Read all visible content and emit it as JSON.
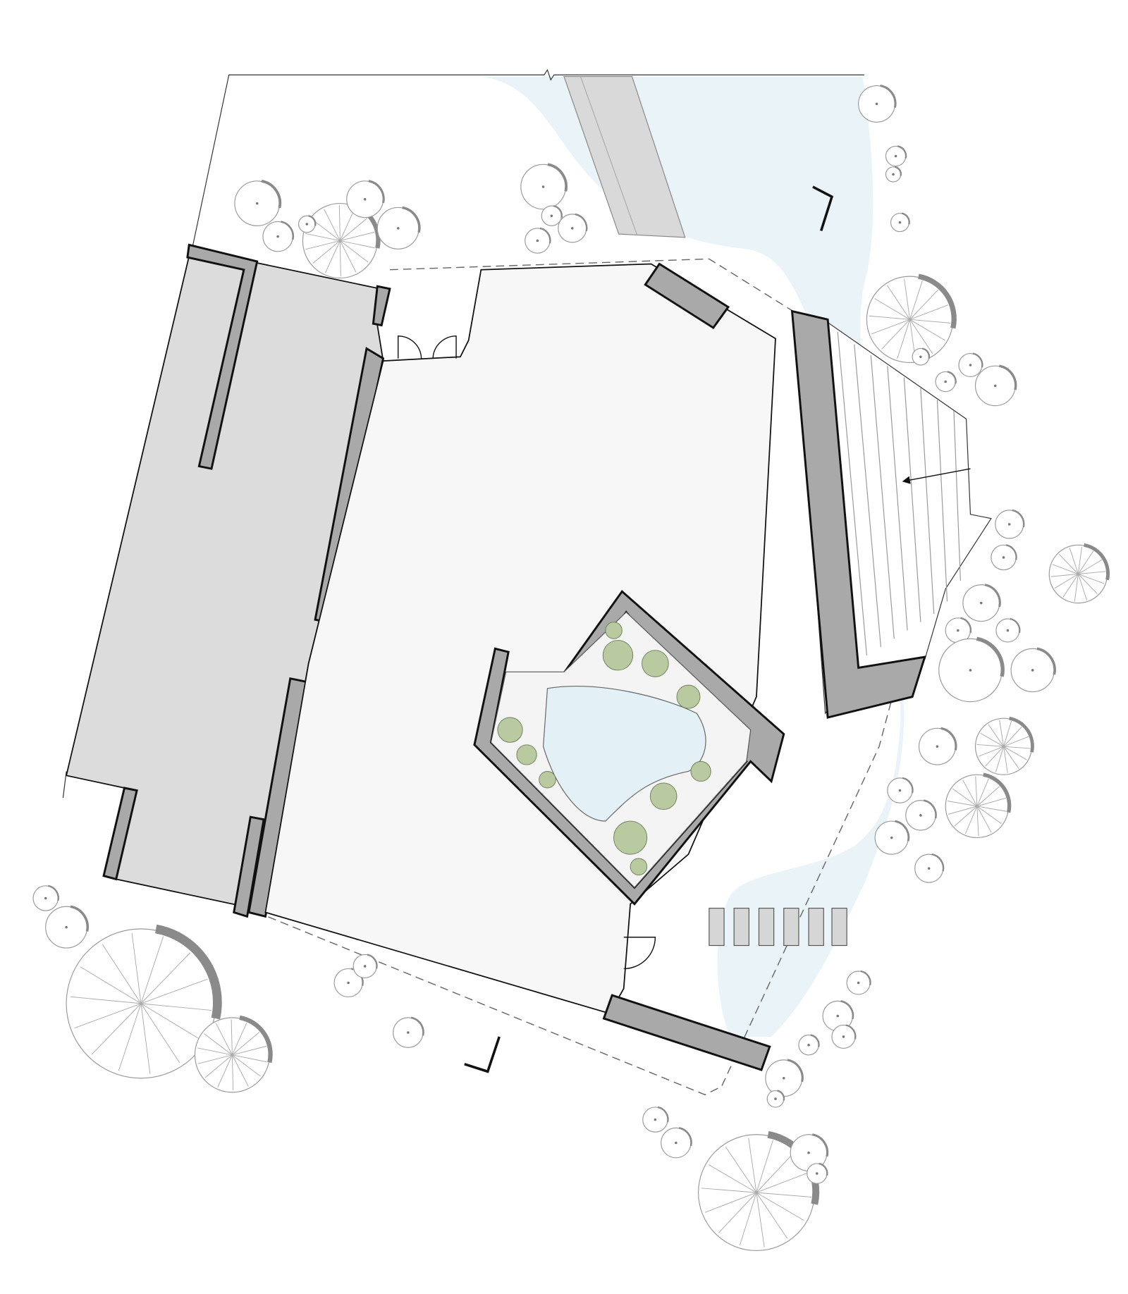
{
  "drawing": {
    "type": "architectural-site-plan",
    "colors": {
      "background": "#ffffff",
      "water": "#eaf4f8",
      "road": "#d9d9d9",
      "building_fill": "#dcdcdc",
      "wall_fill": "#a9a9a9",
      "hall_floor": "#f7f7f7",
      "courtyard_planting": "#b9c9a0",
      "line": "#111111",
      "tree_line": "#9a9a9a"
    },
    "icons": [
      "tree-symbol",
      "section-marker",
      "door-swing",
      "direction-arrow"
    ]
  }
}
